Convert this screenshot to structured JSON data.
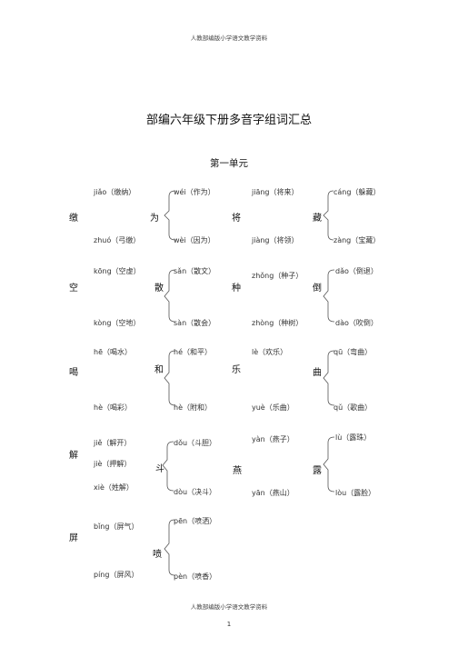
{
  "header_text": "人教部编版小学语文教学资料",
  "footer_text": "人教部编版小学语文教学资料",
  "page_number": "1",
  "title": "部编六年级下册多音字组词汇总",
  "unit_title": "第一单元",
  "entries": [
    {
      "char": "缴",
      "readings": [
        "jiǎo（缴纳）",
        "zhuó（弓缴）"
      ]
    },
    {
      "char": "为",
      "readings": [
        "wéi（作为）",
        "wèi（因为）"
      ]
    },
    {
      "char": "将",
      "readings": [
        "jiāng（将来）",
        "jiàng（将领）"
      ]
    },
    {
      "char": "藏",
      "readings": [
        "cáng（躲藏）",
        "zàng（宝藏）"
      ]
    },
    {
      "char": "空",
      "readings": [
        "kōng（空虚）",
        "kòng（空地）"
      ]
    },
    {
      "char": "散",
      "readings": [
        "sǎn（散文）",
        "sàn（散会）"
      ]
    },
    {
      "char": "种",
      "readings": [
        "zhǒng（种子）",
        "zhòng（种树）"
      ]
    },
    {
      "char": "倒",
      "readings": [
        "dǎo（倒退）",
        "dào（吹倒）"
      ]
    },
    {
      "char": "喝",
      "readings": [
        "hē（喝水）",
        "hè（喝彩）"
      ]
    },
    {
      "char": "和",
      "readings": [
        "hé（和平）",
        "hè（附和）"
      ]
    },
    {
      "char": "乐",
      "readings": [
        "lè（欢乐）",
        "yuè（乐曲）"
      ]
    },
    {
      "char": "曲",
      "readings": [
        "qū（弯曲）",
        "qǔ（歌曲）"
      ]
    },
    {
      "char": "解",
      "readings": [
        "jiě（解开）",
        "jiè（押解）",
        "xiè（姓解）"
      ]
    },
    {
      "char": "斗",
      "readings": [
        "dǒu（斗胆）",
        "dòu（决斗）"
      ]
    },
    {
      "char": "燕",
      "readings": [
        "yàn（燕子）",
        "yān（燕山）"
      ]
    },
    {
      "char": "露",
      "readings": [
        "lù（露珠）",
        "lòu（露脸）"
      ]
    },
    {
      "char": "屏",
      "readings": [
        "bǐng（屏气）",
        "píng（屏风）"
      ]
    },
    {
      "char": "喷",
      "readings": [
        "pēn（喷洒）",
        "pèn（喷香）"
      ]
    }
  ]
}
